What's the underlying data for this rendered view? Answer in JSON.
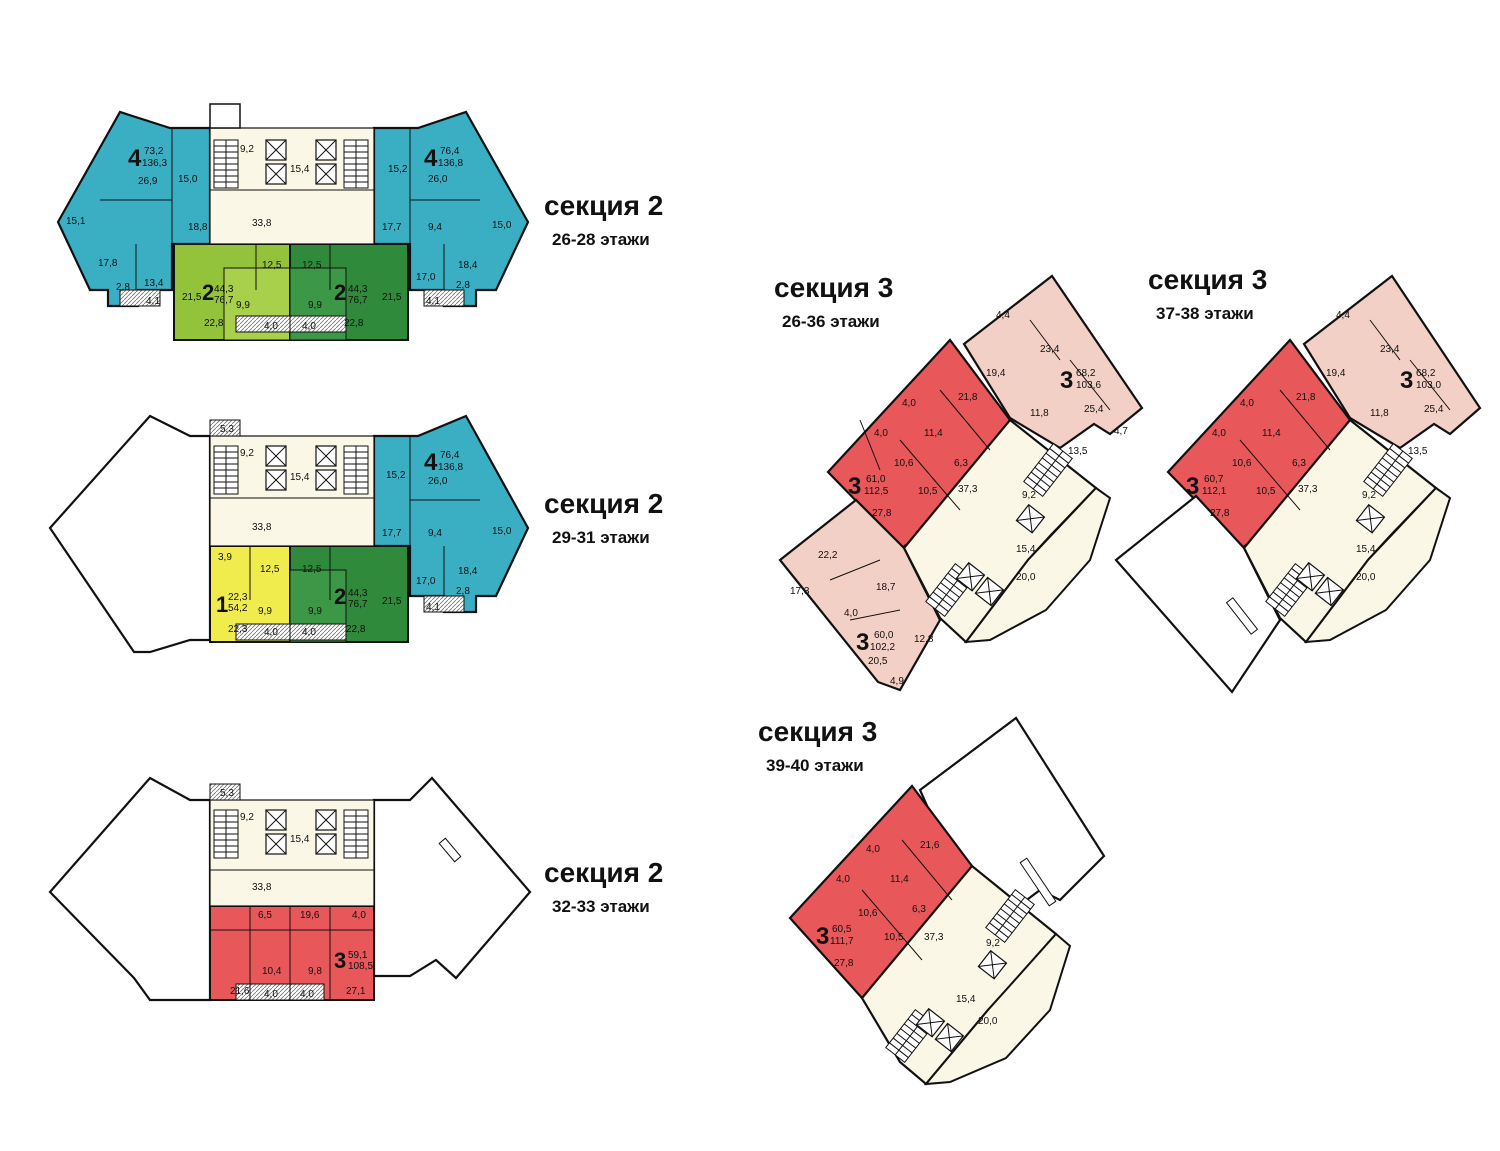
{
  "colors": {
    "blue": "#3aafc4",
    "lightgreen": "#93c23b",
    "darkgreen": "#2f8a3b",
    "yellow": "#f1ec4d",
    "red": "#e8575a",
    "pink": "#f3d0c6",
    "core": "#fbf7e6",
    "empty": "#ffffff"
  },
  "sections": [
    {
      "title": "секция 2",
      "floors": "26-28 этажи"
    },
    {
      "title": "секция 2",
      "floors": "29-31 этажи"
    },
    {
      "title": "секция 2",
      "floors": "32-33 этажи"
    },
    {
      "title": "секция 3",
      "floors": "26-36 этажи"
    },
    {
      "title": "секция 3",
      "floors": "37-38 этажи"
    },
    {
      "title": "секция 3",
      "floors": "39-40 этажи"
    }
  ],
  "labels": {
    "p1": {
      "apt_left_rooms": "4",
      "apt_left_living": "73,2",
      "apt_left_total": "136,3",
      "apt_right_rooms": "4",
      "apt_right_living": "76,4",
      "apt_right_total": "136,8",
      "apt_g1_rooms": "2",
      "apt_g1_living": "44,3",
      "apt_g1_total": "76,7",
      "apt_g2_rooms": "2",
      "apt_g2_living": "44,3",
      "apt_g2_total": "76,7",
      "a": "26,9",
      "b": "15,0",
      "c": "15,1",
      "d": "17,8",
      "e": "13,4",
      "f": "2,8",
      "g": "4,1",
      "h": "18,8",
      "i": "9,2",
      "j": "15,4",
      "k": "33,8",
      "l": "15,2",
      "m": "26,0",
      "n": "17,7",
      "o": "9,4",
      "p": "15,0",
      "q": "18,4",
      "r": "17,0",
      "s": "2,8",
      "t": "4,1",
      "u": "21,5",
      "v": "12,5",
      "w": "12,5",
      "x": "21,5",
      "y": "22,8",
      "z": "9,9",
      "aa": "9,9",
      "bb": "22,8",
      "cc": "4,0",
      "dd": "4,0"
    },
    "p2": {
      "apt_right_rooms": "4",
      "apt_right_living": "76,4",
      "apt_right_total": "136,8",
      "apt_y_rooms": "1",
      "apt_y_living": "22,3",
      "apt_y_total": "54,2",
      "apt_g_rooms": "2",
      "apt_g_living": "44,3",
      "apt_g_total": "76,7",
      "a": "5,3",
      "b": "9,2",
      "c": "15,4",
      "d": "33,8",
      "e": "15,2",
      "f": "26,0",
      "g": "17,7",
      "h": "9,4",
      "i": "15,0",
      "j": "18,4",
      "k": "17,0",
      "l": "2,8",
      "m": "4,1",
      "n": "3,9",
      "o": "12,5",
      "p": "12,5",
      "q": "21,5",
      "r": "22,3",
      "s": "9,9",
      "t": "9,9",
      "u": "22,8",
      "v": "4,0",
      "w": "4,0"
    },
    "p3": {
      "apt_rooms": "3",
      "apt_living": "59,1",
      "apt_total": "108,5",
      "a": "5,3",
      "b": "9,2",
      "c": "15,4",
      "d": "33,8",
      "e": "6,5",
      "f": "19,6",
      "g": "4,0",
      "h": "21,6",
      "i": "10,4",
      "j": "9,8",
      "k": "27,1",
      "l": "4,0",
      "m": "4,0"
    },
    "p4": {
      "apt_red_rooms": "3",
      "apt_red_living": "61,0",
      "apt_red_total": "112,5",
      "apt_pink_top_rooms": "3",
      "apt_pink_top_living": "68,2",
      "apt_pink_top_total": "103,6",
      "apt_pink_bot_rooms": "3",
      "apt_pink_bot_living": "60,0",
      "apt_pink_bot_total": "102,2",
      "a": "4,4",
      "b": "23,4",
      "c": "19,4",
      "d": "21,8",
      "e": "25,4",
      "f": "4,7",
      "g": "4,0",
      "h": "11,4",
      "i": "11,8",
      "j": "13,5",
      "k": "4,0",
      "l": "10,6",
      "m": "6,3",
      "n": "10,5",
      "o": "37,3",
      "p": "9,2",
      "q": "27,8",
      "r": "22,2",
      "s": "15,4",
      "t": "17,3",
      "u": "18,7",
      "v": "20,0",
      "w": "12,8",
      "x": "20,5",
      "y": "4,9",
      "z": "4,0"
    },
    "p5": {
      "apt_red_rooms": "3",
      "apt_red_living": "60,7",
      "apt_red_total": "112,1",
      "apt_pink_rooms": "3",
      "apt_pink_living": "68,2",
      "apt_pink_total": "103,0",
      "a": "4,4",
      "b": "23,4",
      "c": "19,4",
      "d": "21,8",
      "e": "25,4",
      "f": "4,0",
      "g": "11,4",
      "h": "11,8",
      "i": "13,5",
      "j": "4,0",
      "k": "10,6",
      "l": "6,3",
      "m": "10,5",
      "n": "37,3",
      "o": "9,2",
      "p": "27,8",
      "q": "15,4",
      "r": "20,0"
    },
    "p6": {
      "apt_rooms": "3",
      "apt_living": "60,5",
      "apt_total": "111,7",
      "a": "4,0",
      "b": "21,6",
      "c": "11,4",
      "d": "4,0",
      "e": "10,6",
      "f": "6,3",
      "g": "10,5",
      "h": "37,3",
      "i": "9,2",
      "j": "27,8",
      "k": "15,4",
      "l": "20,0"
    }
  }
}
